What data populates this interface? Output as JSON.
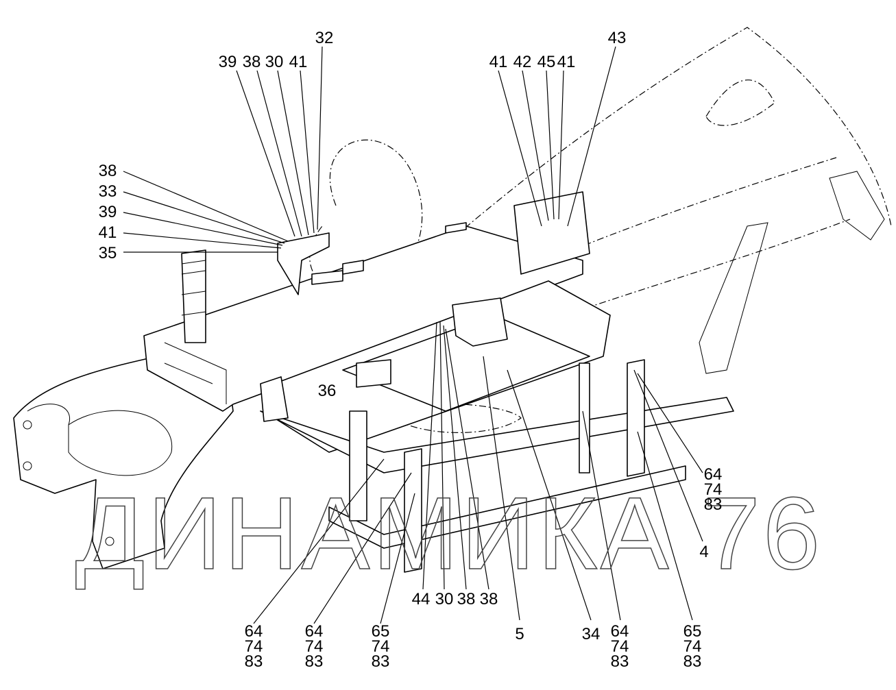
{
  "diagram": {
    "watermark": "ДИНАМИКА 76",
    "callouts": {
      "top_left": [
        "39",
        "38",
        "30",
        "41"
      ],
      "top_left_main": "32",
      "top_right": [
        "41",
        "42",
        "45",
        "41"
      ],
      "top_right_main": "43",
      "left_stack": [
        "38",
        "33",
        "39",
        "41",
        "35"
      ],
      "center": "36",
      "right_stack": [
        "64",
        "74",
        "83"
      ],
      "right_single": "4",
      "bottom_row": [
        "44",
        "30",
        "38",
        "38"
      ],
      "bottom_groups": [
        [
          "64",
          "74",
          "83"
        ],
        [
          "64",
          "74",
          "83"
        ],
        [
          "65",
          "74",
          "83"
        ],
        [
          "5"
        ],
        [
          "34"
        ],
        [
          "64",
          "74",
          "83"
        ],
        [
          "65",
          "74",
          "83"
        ]
      ]
    }
  }
}
